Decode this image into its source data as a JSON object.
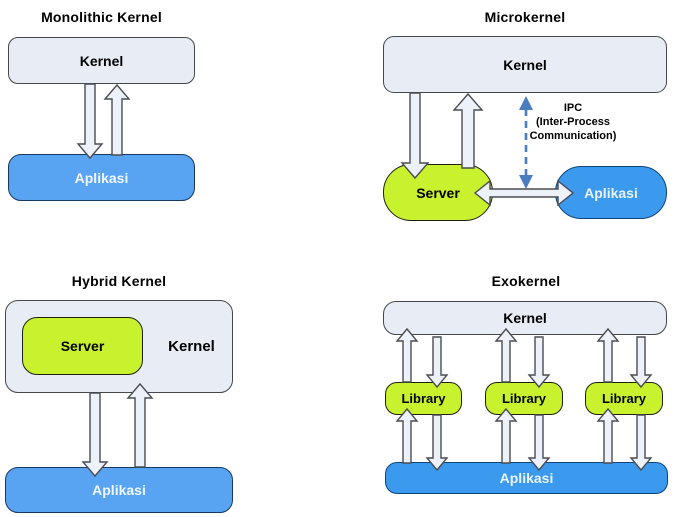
{
  "panels": {
    "monolithic": {
      "title": "Monolithic Kernel",
      "kernel_label": "Kernel",
      "app_label": "Aplikasi"
    },
    "microkernel": {
      "title": "Microkernel",
      "kernel_label": "Kernel",
      "server_label": "Server",
      "app_label": "Aplikasi",
      "ipc_line1": "IPC",
      "ipc_line2": "(Inter-Process",
      "ipc_line3": "Communication)"
    },
    "hybrid": {
      "title": "Hybrid Kernel",
      "kernel_label": "Kernel",
      "server_label": "Server",
      "app_label": "Aplikasi"
    },
    "exokernel": {
      "title": "Exokernel",
      "kernel_label": "Kernel",
      "library_labels": [
        "Library",
        "Library",
        "Library"
      ],
      "app_label": "Aplikasi"
    }
  },
  "colors": {
    "kernel_box_fill": "#e8ecf5",
    "server_green_fill": "#c9f22e",
    "app_blue_light_fill": "#58a4f2",
    "app_blue_strong_fill": "#3b99ee",
    "arrow_fill": "#edf1f9",
    "ipc_arrow_blue": "#4a7dc0"
  }
}
